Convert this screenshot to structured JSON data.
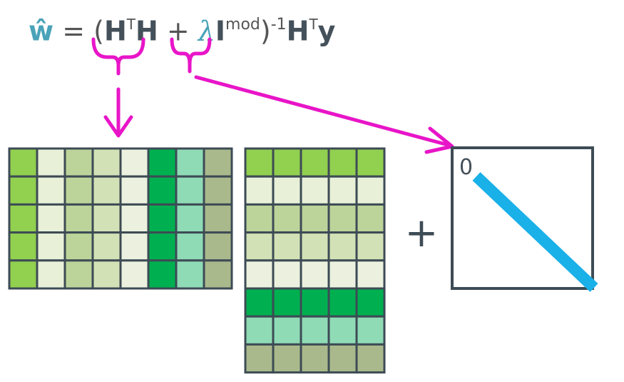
{
  "equation": {
    "w_hat": "ŵ",
    "equals": " = (",
    "H1": "H",
    "T1": "T",
    "H2": "H",
    "plus": " + ",
    "lambda": "λ",
    "I": "I",
    "mod": "mod",
    "close": ")",
    "inv": "-1",
    "H3": "H",
    "T2": "T",
    "y": "y"
  },
  "plus_sign": "+",
  "zero_label": "0",
  "colors": {
    "magenta": "#e815c8",
    "border": "#3d4b55",
    "diag": "#1ab0e8",
    "palette": [
      "#92d050",
      "#e8f0d8",
      "#bcd49a",
      "#d3e2b6",
      "#ebf1de",
      "#00b050",
      "#8fdbb5",
      "#aab98c"
    ]
  },
  "matrix_HT": {
    "rows": 5,
    "column_colors": [
      0,
      1,
      2,
      3,
      4,
      5,
      6,
      7
    ]
  },
  "matrix_H": {
    "cols": 5,
    "row_colors": [
      0,
      1,
      2,
      3,
      4,
      5,
      6,
      7
    ]
  }
}
